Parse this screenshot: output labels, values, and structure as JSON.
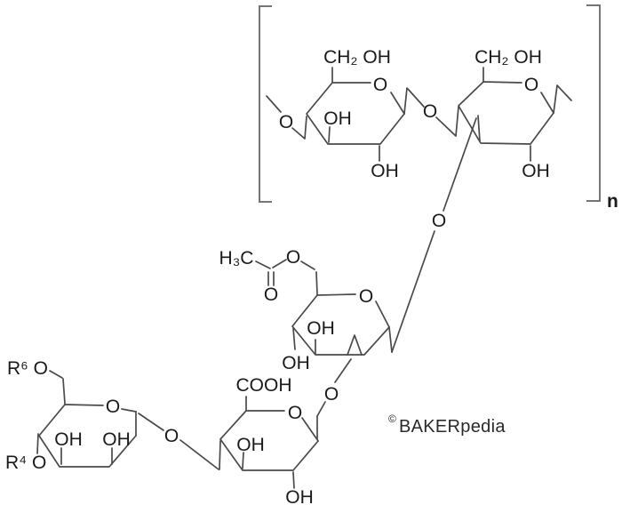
{
  "diagram": {
    "type": "chemical-structure",
    "description": "Polysaccharide structure: bracketed glucan repeating unit (n) linked to an acetylated sugar ring, a carboxylated (COOH) sugar ring, and a sugar ring bearing R6-O and R4-O substituents",
    "symbols": {
      "oxygen": "O",
      "hydroxyl": "OH",
      "ch2oh": "CH₂ OH",
      "carboxyl": "COOH",
      "acetyl_methyl": "H₃C",
      "r6_substituent": "R⁶ O",
      "r4_substituent": "R⁴ O",
      "repeat_subscript": "n"
    },
    "watermark": {
      "copyright_symbol": "©",
      "brand": "BAKERpedia"
    },
    "colors": {
      "bond": "#4a4a4a",
      "bracket": "#757575",
      "text": "#1a1a1a",
      "background": "#ffffff"
    }
  }
}
